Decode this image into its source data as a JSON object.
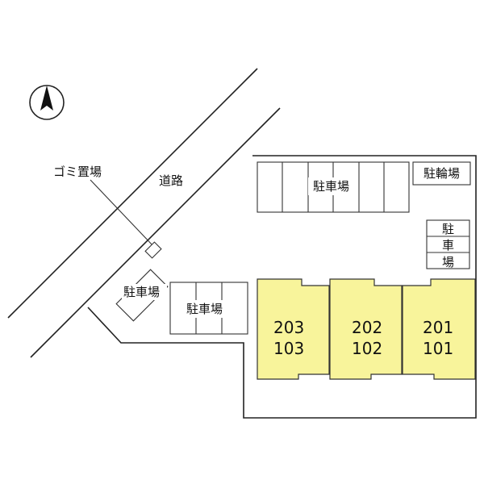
{
  "labels": {
    "garbage": "ゴミ置場",
    "road": "道路",
    "parking": "駐車場",
    "bicycle_parking": "駐輪場",
    "parking_vertical": [
      "駐",
      "車",
      "場"
    ]
  },
  "units": [
    {
      "upper": "203",
      "lower": "103"
    },
    {
      "upper": "202",
      "lower": "102"
    },
    {
      "upper": "201",
      "lower": "101"
    }
  ],
  "colors": {
    "unit_fill": "#f8f49b",
    "line": "#222222"
  },
  "icons": {
    "north": "north-arrow-icon"
  }
}
